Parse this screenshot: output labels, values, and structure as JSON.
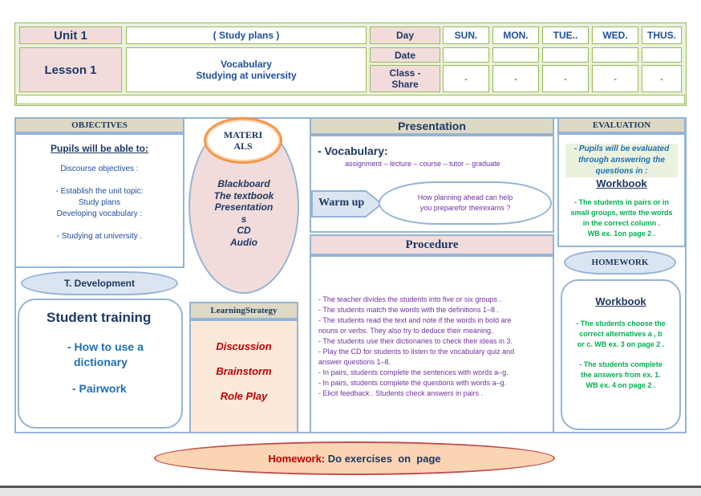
{
  "header": {
    "unit": "Unit 1",
    "study_plans": "( Study plans )",
    "day_label": "Day",
    "days": [
      "SUN.",
      "MON.",
      "TUE..",
      "WED.",
      "THUS."
    ],
    "lesson": "Lesson 1",
    "topic_line1": "Vocabulary",
    "topic_line2": "Studying  at university",
    "date_label": "Date",
    "class_share_label": "Class -\nShare",
    "class_share_values": [
      "-",
      "-",
      "-",
      "-",
      "-"
    ]
  },
  "objectives": {
    "title": "OBJECTIVES",
    "intro": "Pupils will be able to:",
    "line1": "Discourse objectives :",
    "line2": "-  Establish the unit topic:",
    "line3": "Study plans",
    "line4": "Developing vocabulary :",
    "line5": "- Studying at university ."
  },
  "t_development": {
    "title": "T. Development",
    "heading": "Student training",
    "item1_a": "- How to use a",
    "item1_b": "dictionary",
    "item2": "- Pairwork"
  },
  "materials": {
    "title_a": "MATERI",
    "title_b": "ALS",
    "items": [
      "Blackboard",
      "The textbook",
      "Presentation",
      "s",
      "CD",
      "Audio"
    ]
  },
  "learning_strategy": {
    "title": "LearningStrategy",
    "items": [
      "Discussion",
      "Brainstorm",
      "Role Play"
    ]
  },
  "presentation": {
    "title": "Presentation",
    "vocab_label": "- Vocabulary:",
    "vocab_words": "assignment – lecture – course –  tutor – graduate",
    "warm_up": "Warm up",
    "warm_up_q1": "How planning ahead can help",
    "warm_up_q2": "you preparefor theirexams ?"
  },
  "procedure": {
    "title": "Procedure",
    "steps": [
      "- The teacher divides the students into five or six groups .",
      "- The students match the words with the definitions 1–8 .",
      "- The students read the text and note if the words in bold are",
      "nouns or verbs. They also try to deduce their meaning.",
      "- The students use their dictionaries to check their ideas in 3.",
      "- Play the CD for students to listen to the vocabulary quiz and",
      "answer questions 1–8.",
      "- In pairs, students complete the sentences with words a–g.",
      "- In pairs, students complete the questions with words a–g.",
      "- Elicit feedback . Students check answers in pairs ."
    ]
  },
  "evaluation": {
    "title": "EVALUATION",
    "intro1": "- Pupils will be evaluated",
    "intro2": "through answering the",
    "intro3": "questions in :",
    "workbook": "Workbook",
    "text1": "- The students  in pairs or in",
    "text2": "small groups, write the words",
    "text3": "in the correct column .",
    "text4": "WB ex. 1on page  2 ."
  },
  "homework_box": {
    "title": "HOMEWORK",
    "workbook": "Workbook",
    "text1": "- The students choose the",
    "text2": "correct alternatives  a , b",
    "text3": "or c. WB ex. 3 on page  2 .",
    "text4": "- The students complete",
    "text5": "the answers from ex. 1.",
    "text6": "WB ex. 4 on page  2 ."
  },
  "homework_footer": {
    "label": "Homework:",
    "text": " Do exercises  on  page"
  },
  "colors": {
    "border_green": "#9bbb59",
    "border_blue": "#95b3d7",
    "title_bg": "#ddd9c3",
    "pink": "#f2dcdb",
    "text_blue": "#1f4e9f",
    "text_red": "#c00000",
    "text_green": "#00b050",
    "text_purple": "#7030a0"
  }
}
